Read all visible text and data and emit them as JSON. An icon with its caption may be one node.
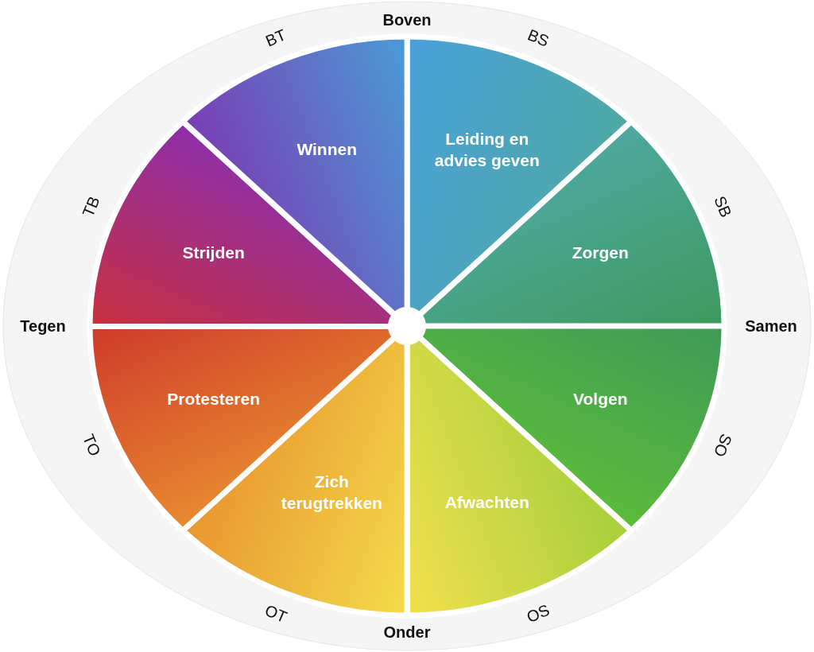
{
  "diagram": {
    "nodes": [
      {
        "text": [
          "Leiding en advies geven"
        ]
      },
      {
        "text": [
          "Zorgen"
        ]
      },
      {
        "text": [
          "Volgen"
        ]
      },
      {
        "text": [
          "Afwachten"
        ]
      },
      {
        "text": [
          "Zich terugtrekken"
        ]
      },
      {
        "text": [
          "Protesteren"
        ]
      },
      {
        "text": [
          "Strijden"
        ]
      },
      {
        "text": [
          "Winnen"
        ]
      }
    ],
    "labels": [
      "Boven",
      "BS",
      "SB",
      "Samen",
      "SO",
      "OS",
      "Onder",
      "OT",
      "TO",
      "Tegen",
      "TB",
      "BT"
    ]
  }
}
